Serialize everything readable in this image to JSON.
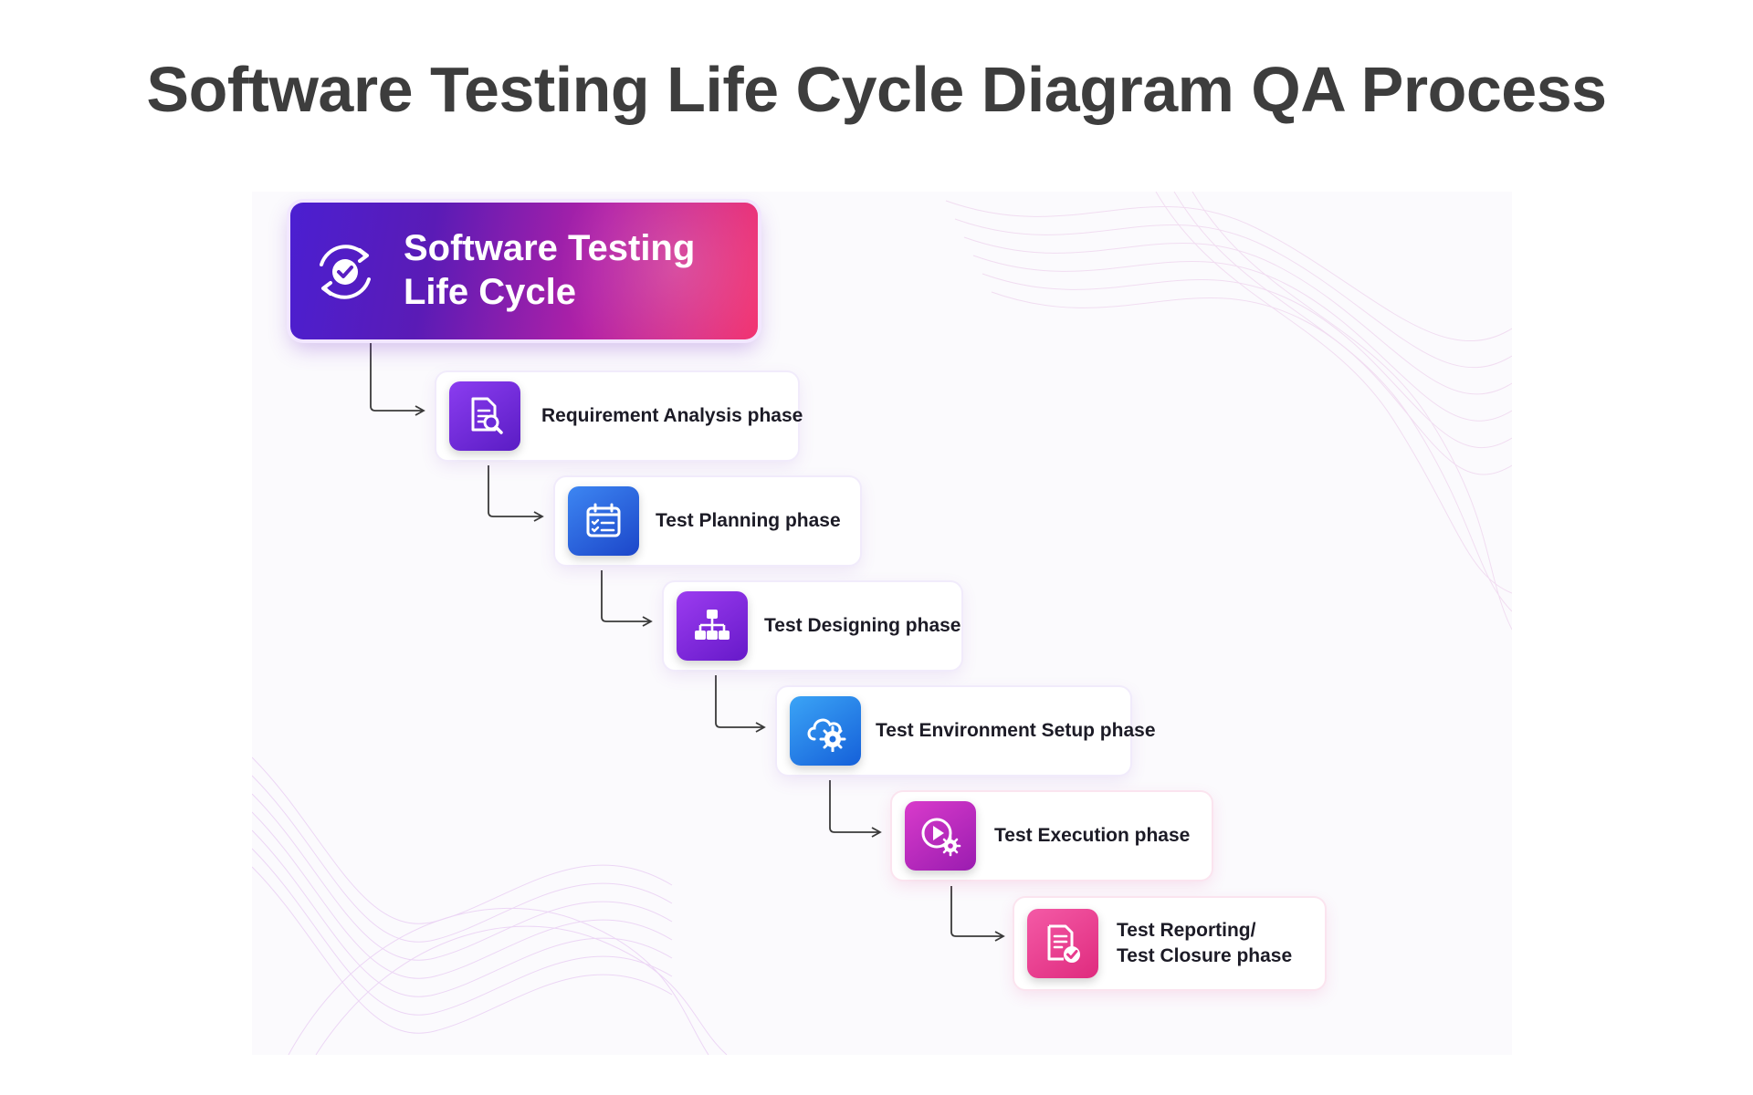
{
  "page": {
    "title": "Software Testing Life Cycle Diagram QA Process"
  },
  "diagram": {
    "header": {
      "title_line1": "Software Testing",
      "title_line2": "Life Cycle",
      "icon": "cycle-check-icon"
    },
    "phases": [
      {
        "label": "Requirement Analysis phase",
        "icon": "document-search-icon",
        "color": "#6a2ad8"
      },
      {
        "label": "Test Planning phase",
        "icon": "calendar-checklist-icon",
        "color": "#2a5fdc"
      },
      {
        "label": "Test Designing phase",
        "icon": "hierarchy-icon",
        "color": "#7b25d9"
      },
      {
        "label": "Test Environment Setup phase",
        "icon": "cloud-gear-icon",
        "color": "#2478e6"
      },
      {
        "label": "Test Execution phase",
        "icon": "play-gear-icon",
        "color": "#b92abe"
      },
      {
        "label_line1": "Test Reporting/",
        "label_line2": "Test Closure phase",
        "icon": "report-check-icon",
        "color": "#e83b8d"
      }
    ],
    "colors": {
      "header_gradient_start": "#4b1fd1",
      "header_gradient_end": "#f2306e",
      "connector": "#3a3a3a",
      "title_text": "#3d3d3d"
    }
  }
}
